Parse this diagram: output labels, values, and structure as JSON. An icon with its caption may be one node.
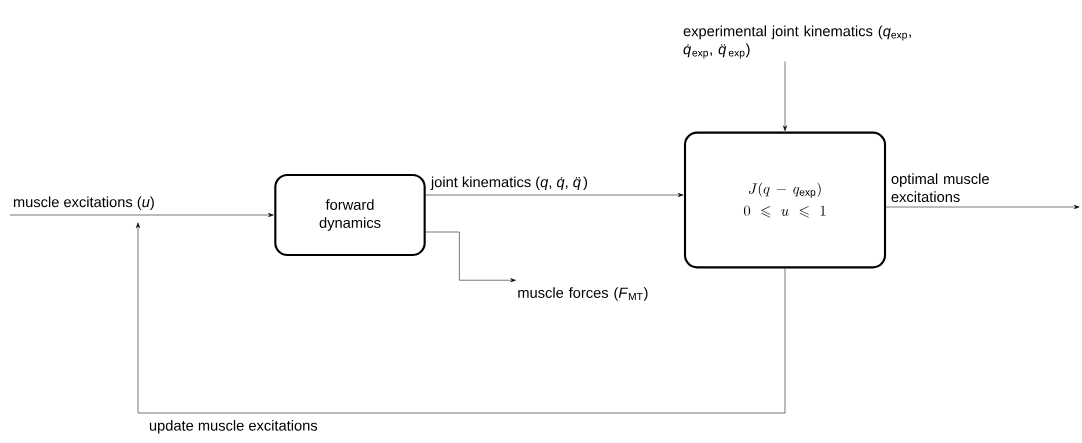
{
  "diagram": {
    "nodes": [
      {
        "text": [
          "forward dynamics"
        ]
      },
      {
        "text": [
          "J(q - q_{\\mathrm{exp}})",
          "0 \\leqslant u \\leqslant 1"
        ]
      },
      {
        "text": [
          "muscle forces (*F*$_{MT}$)"
        ]
      },
      {
        "text": [
          "experimental joint kinematics (*q*$_{exp}$, *q̇*$_{exp}$, *q̈*$_{exp}$)"
        ]
      }
    ],
    "edges": [
      {
        "from": null,
        "to": 0,
        "arrow": "to",
        "label": "muscle excitations (*u*)"
      },
      {
        "from": 0,
        "to": 1,
        "arrow": "to",
        "label": "joint kinematics (*q*, *q̇*, *q̈*)"
      },
      {
        "from": 0,
        "to": 2,
        "arrow": "to"
      },
      {
        "from": 3,
        "to": 1,
        "arrow": "to"
      },
      {
        "from": 1,
        "to": null,
        "arrow": "to",
        "label": "optimal muscle excitations"
      },
      {
        "from": 1,
        "to": null,
        "arrow": "to",
        "label": "update muscle excitations"
      }
    ]
  }
}
